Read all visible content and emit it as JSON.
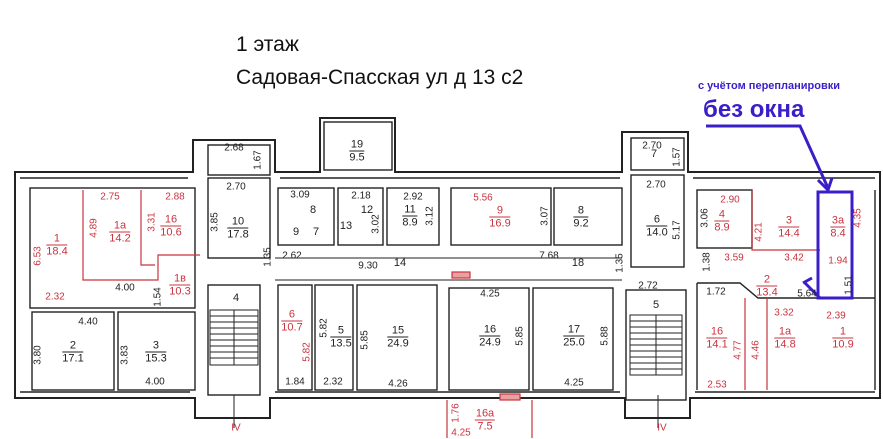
{
  "title": {
    "floor": "1 этаж",
    "address": "Садовая-Спасская ул д 13 с2"
  },
  "annotation": {
    "note": "с учётом перепланировки",
    "highlight": "без окна",
    "color": "#3a1fc9"
  },
  "colors": {
    "walls": "#222222",
    "redline": "#c8343f"
  },
  "rooms": [
    {
      "num": "1",
      "area": "18.4",
      "color": "red"
    },
    {
      "num": "1а",
      "area": "14.2",
      "color": "red"
    },
    {
      "num": "16",
      "area": "10.6",
      "color": "red"
    },
    {
      "num": "1в",
      "area": "10.3",
      "color": "red"
    },
    {
      "num": "10",
      "area": "17.8",
      "color": "black"
    },
    {
      "num": "4",
      "area": "",
      "color": "black"
    },
    {
      "num": "2",
      "area": "17.1",
      "color": "black"
    },
    {
      "num": "3",
      "area": "15.3",
      "color": "black"
    },
    {
      "num": "19",
      "area": "9.5",
      "color": "black"
    },
    {
      "num": "8",
      "area": "",
      "color": "black"
    },
    {
      "num": "9",
      "area": "",
      "color": "black"
    },
    {
      "num": "7",
      "area": "",
      "color": "black"
    },
    {
      "num": "12",
      "area": "",
      "color": "black"
    },
    {
      "num": "13",
      "area": "",
      "color": "black"
    },
    {
      "num": "11",
      "area": "8.9",
      "color": "black"
    },
    {
      "num": "9",
      "area": "16.9",
      "color": "red"
    },
    {
      "num": "8",
      "area": "9.2",
      "color": "black"
    },
    {
      "num": "14",
      "area": "",
      "color": "black"
    },
    {
      "num": "18",
      "area": "",
      "color": "black"
    },
    {
      "num": "6",
      "area": "10.7",
      "color": "red"
    },
    {
      "num": "5",
      "area": "13.5",
      "color": "black"
    },
    {
      "num": "15",
      "area": "24.9",
      "color": "black"
    },
    {
      "num": "16",
      "area": "24.9",
      "color": "black"
    },
    {
      "num": "17",
      "area": "25.0",
      "color": "black"
    },
    {
      "num": "5",
      "area": "",
      "color": "black"
    },
    {
      "num": "7",
      "area": "",
      "color": "black"
    },
    {
      "num": "6",
      "area": "14.0",
      "color": "black"
    },
    {
      "num": "4",
      "area": "8.9",
      "color": "red"
    },
    {
      "num": "3",
      "area": "14.4",
      "color": "red"
    },
    {
      "num": "3а",
      "area": "8.4",
      "color": "red"
    },
    {
      "num": "2",
      "area": "13.4",
      "color": "red"
    },
    {
      "num": "16",
      "area": "14.1",
      "color": "red"
    },
    {
      "num": "1а",
      "area": "14.8",
      "color": "red"
    },
    {
      "num": "1",
      "area": "10.9",
      "color": "red"
    },
    {
      "num": "16а",
      "area": "7.5",
      "color": "red"
    }
  ],
  "dims": {
    "d275": "2.75",
    "d288": "2.88",
    "d489": "4.89",
    "d331": "3.31",
    "d653": "6.53",
    "d232a": "2.32",
    "d400a": "4.00",
    "d154": "1.54",
    "d440": "4.40",
    "d268": "2.68",
    "d167": "1.67",
    "d270a": "2.70",
    "d385": "3.85",
    "d135a": "1.35",
    "d262": "2.62",
    "d930": "9.30",
    "d380": "3.80",
    "d383": "3.83",
    "d400b": "4.00",
    "d309": "3.09",
    "d218": "2.18",
    "d302": "3.02",
    "d292": "2.92",
    "d312": "3.12",
    "d556": "5.56",
    "d307": "3.07",
    "d768": "7.68",
    "d582a": "5.82",
    "d582b": "5.82",
    "d585a": "5.85",
    "d184": "1.84",
    "d232b": "2.32",
    "d426": "4.26",
    "d425a": "4.25",
    "d585b": "5.85",
    "d588": "5.88",
    "d425b": "4.25",
    "d176": "1.76",
    "d425c": "4.25",
    "d270b": "2.70",
    "d157": "1.57",
    "d270c": "2.70",
    "d617": "5.17",
    "d135b": "1.35",
    "d272": "2.72",
    "d306": "3.06",
    "d290": "2.90",
    "d421": "4.21",
    "d359": "3.59",
    "d342": "3.42",
    "d194": "1.94",
    "d138": "1.38",
    "d172": "1.72",
    "d564": "5.64",
    "d151": "1.51",
    "d332": "3.32",
    "d239": "2.39",
    "d477": "4.77",
    "d446": "4.46",
    "d253": "2.53",
    "d435": "4.35"
  },
  "axes": {
    "iv_left": "IV",
    "iv_right": "IV"
  }
}
